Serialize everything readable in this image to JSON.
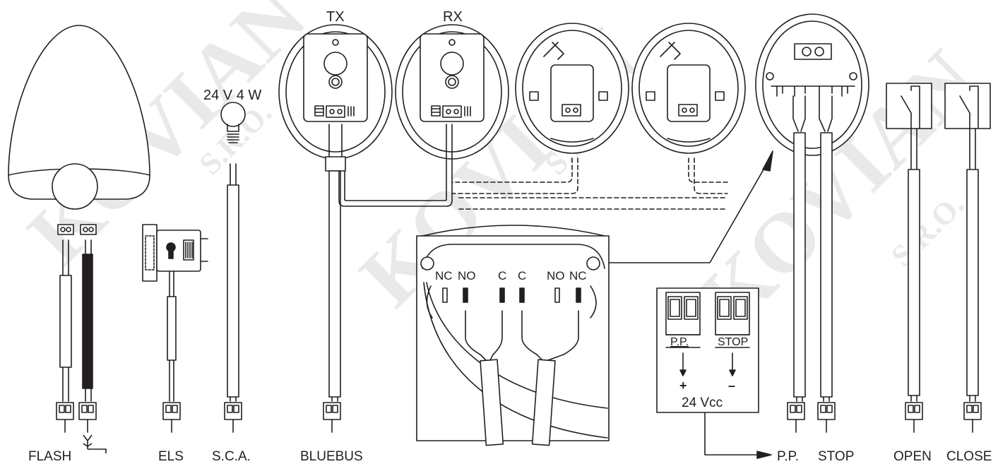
{
  "watermark": {
    "text": "KOVIAN",
    "sub": "S.R.O."
  },
  "photocells": {
    "tx_label": "TX",
    "rx_label": "RX"
  },
  "lamp": {
    "rating": "24 V 4 W"
  },
  "photocell_terminals": {
    "nc_left": "NC",
    "no_left": "NO",
    "c_left": "C",
    "c_right": "C",
    "no_right": "NO",
    "nc_right": "NC"
  },
  "control_block": {
    "pp_label": "P.P.",
    "stop_label": "STOP",
    "plus": "+",
    "minus": "–",
    "voltage": "24 Vcc"
  },
  "bottom_labels": {
    "flash": "FLASH",
    "els": "ELS",
    "sca": "S.C.A.",
    "bluebus": "BLUEBUS",
    "pp": "P.P.",
    "stop": "STOP",
    "open": "OPEN",
    "close": "CLOSE"
  },
  "icons": {
    "antenna": "antenna-icon"
  }
}
